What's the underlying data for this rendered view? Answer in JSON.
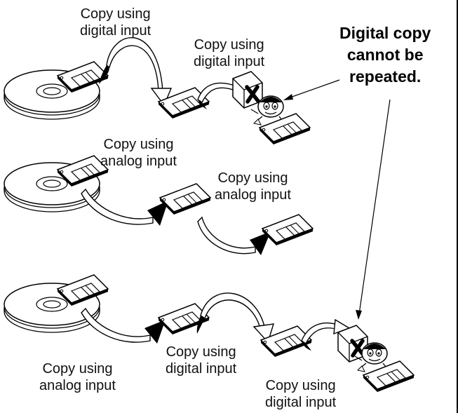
{
  "labels": {
    "row1_first": [
      "Copy using",
      "digital input"
    ],
    "row1_second": [
      "Copy using",
      "digital input"
    ],
    "row2_first": [
      "Copy using",
      "analog input"
    ],
    "row2_second": [
      "Copy using",
      "analog input"
    ],
    "row3_analog": [
      "Copy using",
      "analog input"
    ],
    "row3_digital_a": [
      "Copy using",
      "digital input"
    ],
    "row3_digital_b": [
      "Copy using",
      "digital input"
    ]
  },
  "warning": [
    "Digital copy",
    "cannot be",
    "repeated."
  ],
  "icons": [
    "cd-disc-icon",
    "minidisc-icon",
    "copy-arrow-icon",
    "prohibited-x-icon",
    "cartoon-face-icon",
    "pointer-arrow-icon"
  ]
}
